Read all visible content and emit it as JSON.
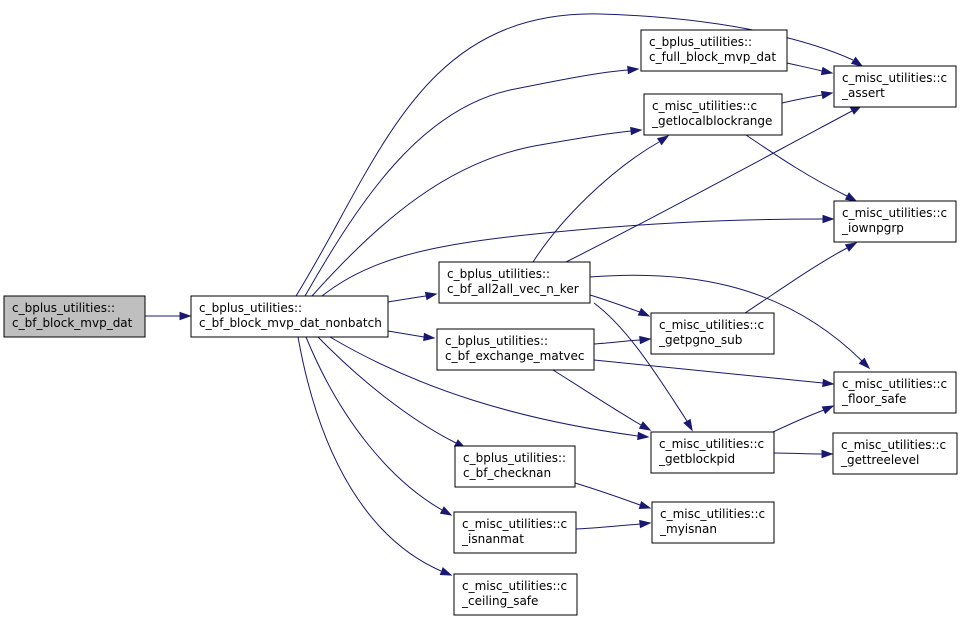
{
  "graph": {
    "colors": {
      "edge": "#191970",
      "root_fill": "#bfbfbf",
      "node_fill": "#ffffff",
      "border": "#000000"
    },
    "nodes": [
      {
        "id": "root",
        "lines": [
          "c_bplus_utilities::",
          "c_bf_block_mvp_dat"
        ],
        "root": true
      },
      {
        "id": "nonbatch",
        "lines": [
          "c_bplus_utilities::",
          "c_bf_block_mvp_dat_nonbatch"
        ]
      },
      {
        "id": "all2all",
        "lines": [
          "c_bplus_utilities::",
          "c_bf_all2all_vec_n_ker"
        ]
      },
      {
        "id": "exchange",
        "lines": [
          "c_bplus_utilities::",
          "c_bf_exchange_matvec"
        ]
      },
      {
        "id": "checknan",
        "lines": [
          "c_bplus_utilities::",
          "c_bf_checknan"
        ]
      },
      {
        "id": "isnanmat",
        "lines": [
          "c_misc_utilities::c",
          "_isnanmat"
        ]
      },
      {
        "id": "ceiling",
        "lines": [
          "c_misc_utilities::c",
          "_ceiling_safe"
        ]
      },
      {
        "id": "fullblock",
        "lines": [
          "c_bplus_utilities::",
          "c_full_block_mvp_dat"
        ]
      },
      {
        "id": "localblock",
        "lines": [
          "c_misc_utilities::c",
          "_getlocalblockrange"
        ]
      },
      {
        "id": "pgno",
        "lines": [
          "c_misc_utilities::c",
          "_getpgno_sub"
        ]
      },
      {
        "id": "blockpid",
        "lines": [
          "c_misc_utilities::c",
          "_getblockpid"
        ]
      },
      {
        "id": "myisnan",
        "lines": [
          "c_misc_utilities::c",
          "_myisnan"
        ]
      },
      {
        "id": "assert",
        "lines": [
          "c_misc_utilities::c",
          "_assert"
        ]
      },
      {
        "id": "iownpgrp",
        "lines": [
          "c_misc_utilities::c",
          "_iownpgrp"
        ]
      },
      {
        "id": "floor",
        "lines": [
          "c_misc_utilities::c",
          "_floor_safe"
        ]
      },
      {
        "id": "treelevel",
        "lines": [
          "c_misc_utilities::c",
          "_gettreelevel"
        ]
      }
    ],
    "edges": [
      {
        "from": "root",
        "to": "nonbatch"
      },
      {
        "from": "nonbatch",
        "to": "assert"
      },
      {
        "from": "nonbatch",
        "to": "fullblock"
      },
      {
        "from": "nonbatch",
        "to": "localblock"
      },
      {
        "from": "nonbatch",
        "to": "iownpgrp"
      },
      {
        "from": "nonbatch",
        "to": "all2all"
      },
      {
        "from": "nonbatch",
        "to": "exchange"
      },
      {
        "from": "nonbatch",
        "to": "blockpid"
      },
      {
        "from": "nonbatch",
        "to": "checknan"
      },
      {
        "from": "nonbatch",
        "to": "isnanmat"
      },
      {
        "from": "nonbatch",
        "to": "ceiling"
      },
      {
        "from": "fullblock",
        "to": "assert"
      },
      {
        "from": "localblock",
        "to": "assert"
      },
      {
        "from": "localblock",
        "to": "iownpgrp"
      },
      {
        "from": "all2all",
        "to": "localblock"
      },
      {
        "from": "all2all",
        "to": "assert"
      },
      {
        "from": "all2all",
        "to": "floor"
      },
      {
        "from": "all2all",
        "to": "pgno"
      },
      {
        "from": "all2all",
        "to": "blockpid"
      },
      {
        "from": "exchange",
        "to": "pgno"
      },
      {
        "from": "exchange",
        "to": "floor"
      },
      {
        "from": "exchange",
        "to": "blockpid"
      },
      {
        "from": "pgno",
        "to": "iownpgrp"
      },
      {
        "from": "blockpid",
        "to": "floor"
      },
      {
        "from": "blockpid",
        "to": "treelevel"
      },
      {
        "from": "checknan",
        "to": "myisnan"
      },
      {
        "from": "isnanmat",
        "to": "myisnan"
      }
    ]
  }
}
